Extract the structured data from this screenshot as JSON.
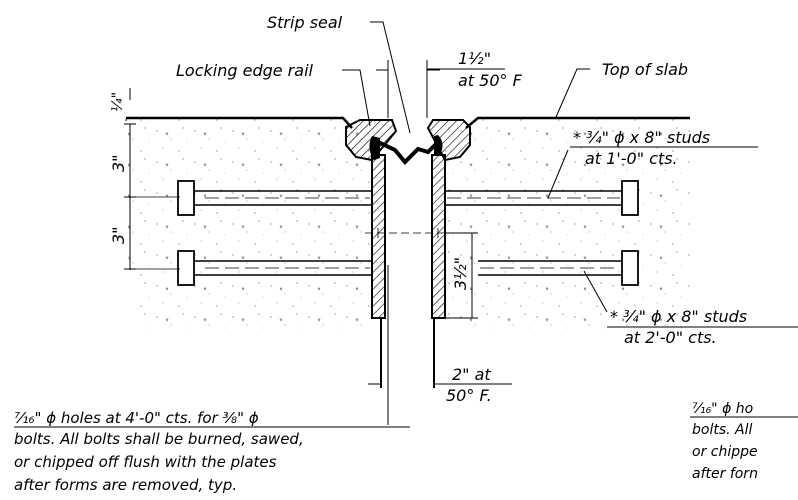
{
  "labels": {
    "strip_seal": "Strip seal",
    "locking_edge_rail": "Locking edge rail",
    "gap_top_value": "1½\"",
    "gap_top_temp": "at 50° F",
    "top_of_slab": "Top of slab",
    "dim_quarter": "¼\"",
    "dim_3_upper": "3\"",
    "dim_3_lower": "3\"",
    "dim_3_half": "3½\"",
    "studs_upper_line1": "* ¾\" ϕ x 8\" studs",
    "studs_upper_line2": "at 1'-0\" cts.",
    "studs_lower_line1": "* ¾\" ϕ x 8\" studs",
    "studs_lower_line2": "at 2'-0\" cts.",
    "gap_bottom_value": "2\" at",
    "gap_bottom_temp": "50° F.",
    "note_left": [
      "⁷⁄₁₆\" ϕ holes at 4'-0\" cts. for ⅜\" ϕ",
      "bolts.  All bolts shall be burned, sawed,",
      "or chipped off flush with the plates",
      "after forms are removed, typ."
    ],
    "note_right": [
      "⁷⁄₁₆\" ϕ ho",
      "bolts. All",
      "or chippe",
      "after forn"
    ]
  }
}
